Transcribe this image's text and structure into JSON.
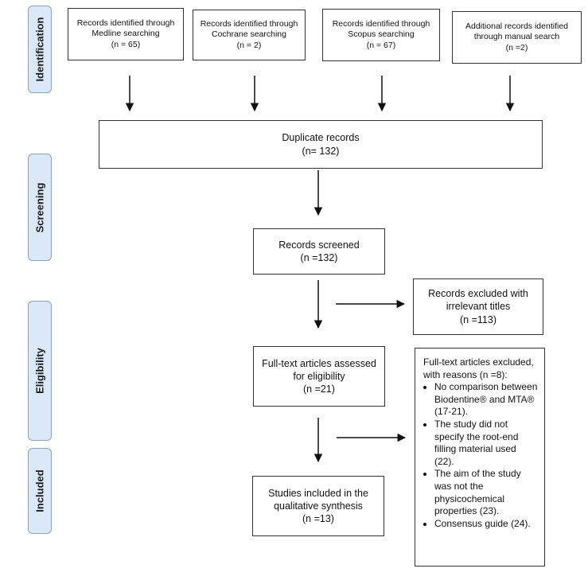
{
  "phases": [
    "Identification",
    "Screening",
    "Eligibility",
    "Included"
  ],
  "sources": [
    {
      "line1": "Records identified through",
      "line2": "Medline searching",
      "line3": "(n = 65)"
    },
    {
      "line1": "Records identified through",
      "line2": "Cochrane searching",
      "line3": "(n = 2)"
    },
    {
      "line1": "Records identified through",
      "line2": "Scopus searching",
      "line3": "(n = 67)"
    },
    {
      "line1": "Additional records identified",
      "line2": "through manual search",
      "line3": "(n =2)"
    }
  ],
  "duplicates": {
    "line1": "Duplicate records",
    "line2": "(n= 132)"
  },
  "screened": {
    "line1": "Records screened",
    "line2": "(n =132)"
  },
  "excluded_titles": {
    "line1": "Records excluded with",
    "line2": "irrelevant titles",
    "line3": "(n =113)"
  },
  "fulltext": {
    "line1": "Full-text articles assessed",
    "line2": "for eligibility",
    "line3": "(n =21)"
  },
  "included": {
    "line1": "Studies included in the",
    "line2": "qualitative synthesis",
    "line3": "(n =13)"
  },
  "excluded_fulltext": {
    "heading": "Full-text articles excluded, with reasons (n =8):",
    "reasons": [
      "No comparison between Biodentine® and MTA® (17-21).",
      "The study did not specify the root-end filling material used (22).",
      "The aim of the study was not the physicochemical properties (23).",
      "Consensus guide (24)."
    ]
  }
}
